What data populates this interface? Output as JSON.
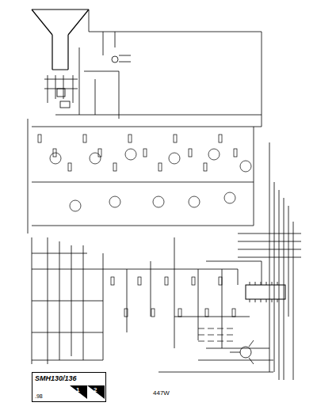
{
  "diagram": {
    "nodes": [
      {
        "text": [
          "SMH130/136"
        ]
      }
    ],
    "labels": [
      "1",
      "2",
      ".98",
      "447W"
    ]
  }
}
